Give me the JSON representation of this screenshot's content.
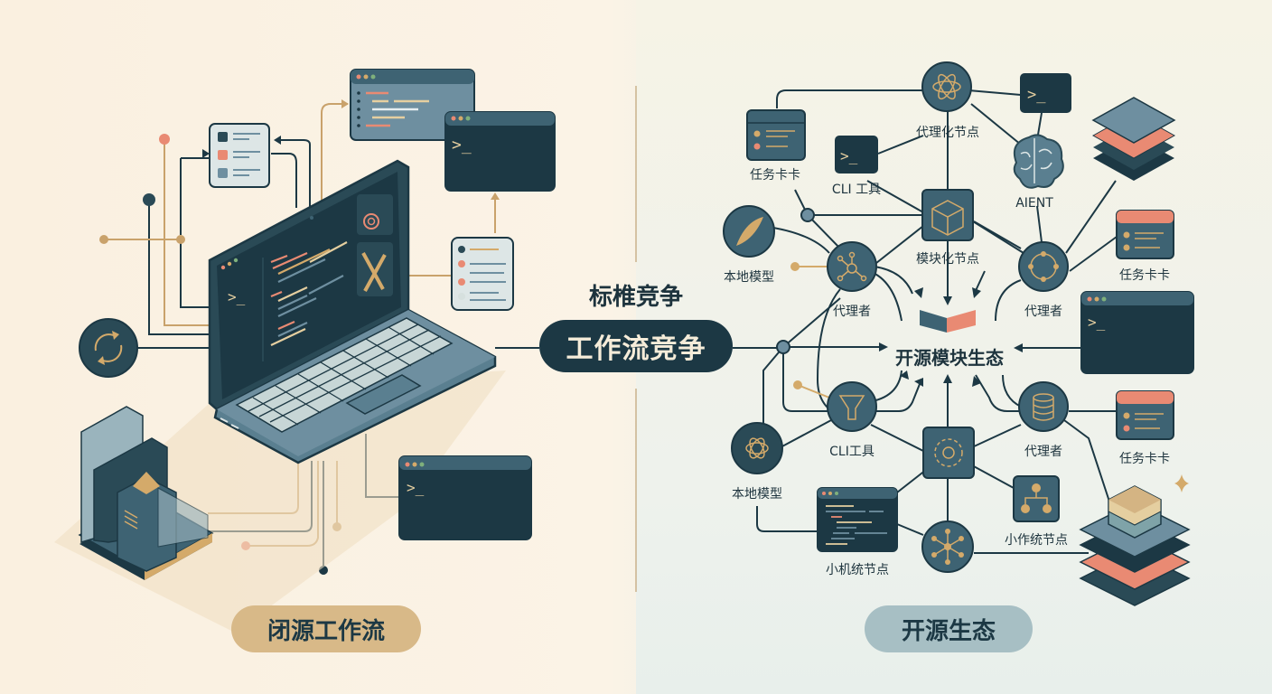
{
  "center": {
    "subtitle": "标椎竞争",
    "main_pill": "工作流竞争"
  },
  "left_panel": {
    "label": "闭源工作流",
    "elements": [
      "laptop",
      "terminal-window",
      "code-window",
      "task-list-card",
      "checklist-card",
      "refresh-node",
      "server-stack",
      "bottom-terminal"
    ],
    "terminal_prompt": ">_"
  },
  "right_panel": {
    "label": "开源生态",
    "hub_label": "开源模块生态",
    "nodes": [
      {
        "id": "agentic-node",
        "label": "代理化节点",
        "icon": "atom"
      },
      {
        "id": "cli-tool-top",
        "label": "CLI 工具",
        "icon": "terminal"
      },
      {
        "id": "task-card-top-left",
        "label": "任务卡卡",
        "icon": "card"
      },
      {
        "id": "aient",
        "label": "AIENT",
        "icon": "brain"
      },
      {
        "id": "modular-node",
        "label": "模块化节点",
        "icon": "cube"
      },
      {
        "id": "local-model-top",
        "label": "本地模型",
        "icon": "leaf"
      },
      {
        "id": "agent-left",
        "label": "代理者",
        "icon": "network"
      },
      {
        "id": "agent-right",
        "label": "代理者",
        "icon": "ring"
      },
      {
        "id": "task-card-right",
        "label": "任务卡卡",
        "icon": "card"
      },
      {
        "id": "cli-tool-bottom",
        "label": "CLI工具",
        "icon": "funnel"
      },
      {
        "id": "agent-bottom-right",
        "label": "代理者",
        "icon": "database"
      },
      {
        "id": "task-card-bottom-right",
        "label": "任务卡卡",
        "icon": "card"
      },
      {
        "id": "local-model-bottom",
        "label": "本地模型",
        "icon": "openai-knot"
      },
      {
        "id": "small-workflow-node",
        "label": "小作统节点",
        "icon": "hierarchy"
      },
      {
        "id": "small-machine-node",
        "label": "小机统节点",
        "icon": "code-window"
      }
    ],
    "terminal_prompt": ">_"
  },
  "colors": {
    "dark_teal": "#1c3844",
    "mid_teal": "#3e6373",
    "slate": "#6e8fa0",
    "gold": "#d4aa6a",
    "coral": "#e98a73",
    "light_card": "#dde6e6",
    "green_dot": "#7fb07c"
  }
}
